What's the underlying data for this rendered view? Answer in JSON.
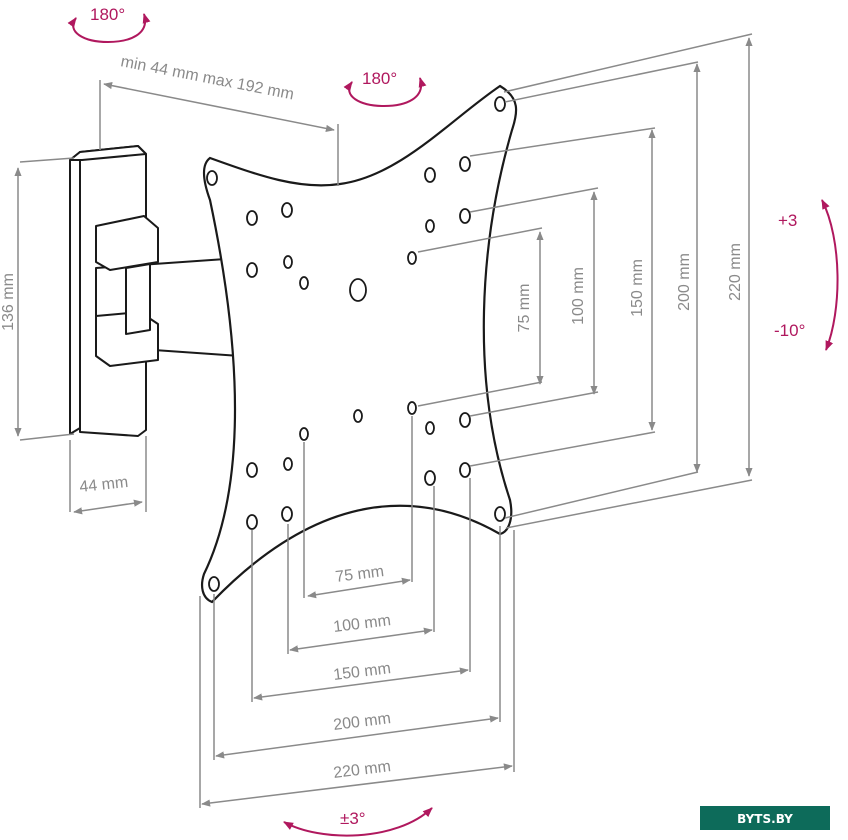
{
  "colors": {
    "accent": "#b0185e",
    "dimension_line": "#8a8a8a",
    "outline": "#1a1a1a",
    "brand_background": "#0d6b5a"
  },
  "rotation": {
    "wall_arm": "180°",
    "plate_swivel": "180°",
    "tilt_up": "+3",
    "tilt_down": "-10°",
    "level": "±3°"
  },
  "dimensions": {
    "arm_extension": "min 44 mm max 192 mm",
    "wall_plate_height": "136 mm",
    "wall_plate_width": "44 mm",
    "vertical": [
      "75 mm",
      "100 mm",
      "150 mm",
      "200 mm",
      "220 mm"
    ],
    "horizontal": [
      "75 mm",
      "100 mm",
      "150 mm",
      "200 mm",
      "220 mm"
    ]
  },
  "brand": {
    "logo_text": "BYTS.BY"
  }
}
